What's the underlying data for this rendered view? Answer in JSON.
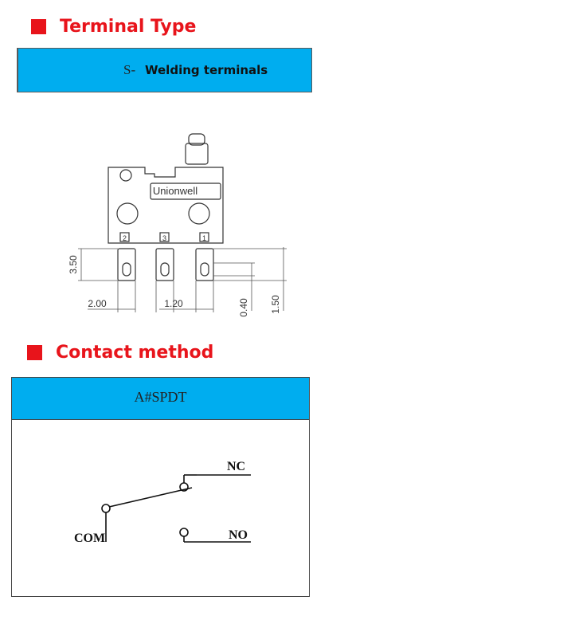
{
  "sections": {
    "terminal": {
      "title": "Terminal Type"
    },
    "contact": {
      "title": "Contact method"
    }
  },
  "terminal_bar": {
    "code": "S-",
    "label": "Welding terminals"
  },
  "drawing": {
    "brand": "Unionwell",
    "pins": [
      "2",
      "3",
      "1"
    ],
    "dims": {
      "height": "3.50",
      "pitch_outer": "2.00",
      "pitch_inner": "1.20",
      "thickness": "0.40",
      "offset": "1.50"
    }
  },
  "contact": {
    "type": "A#SPDT",
    "labels": {
      "nc": "NC",
      "no": "NO",
      "com": "COM"
    }
  },
  "colors": {
    "accent_red": "#e8141b",
    "bar_blue": "#00adef"
  }
}
